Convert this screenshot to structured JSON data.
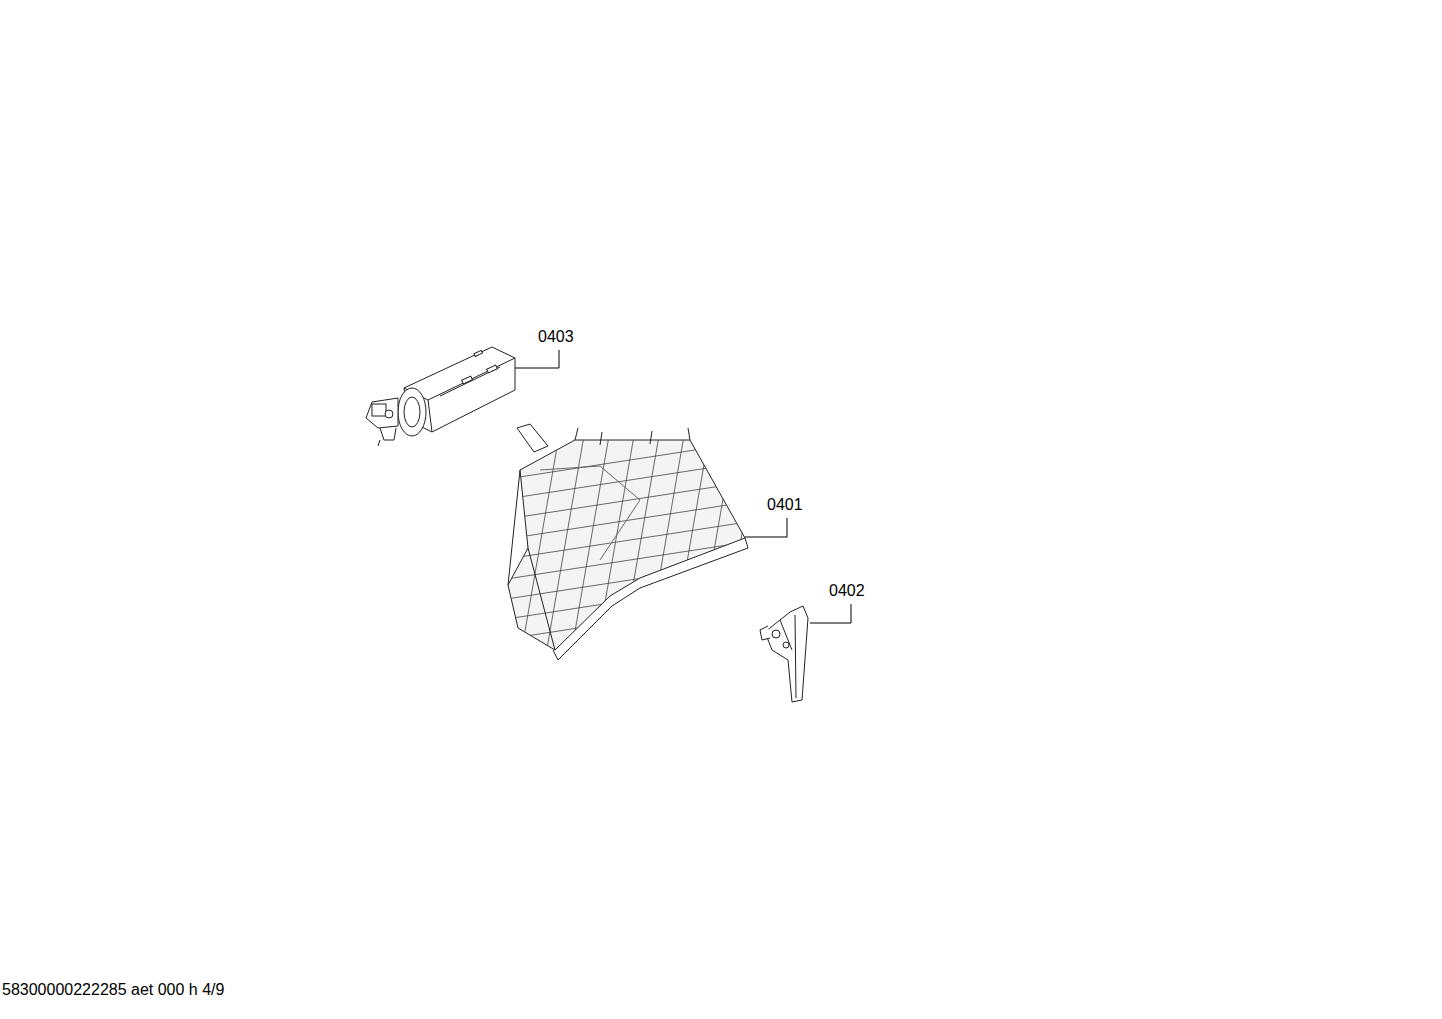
{
  "diagram": {
    "labels": [
      "0403",
      "0401",
      "0402",
      "58300000222285 aet 000 h 4/9"
    ]
  }
}
